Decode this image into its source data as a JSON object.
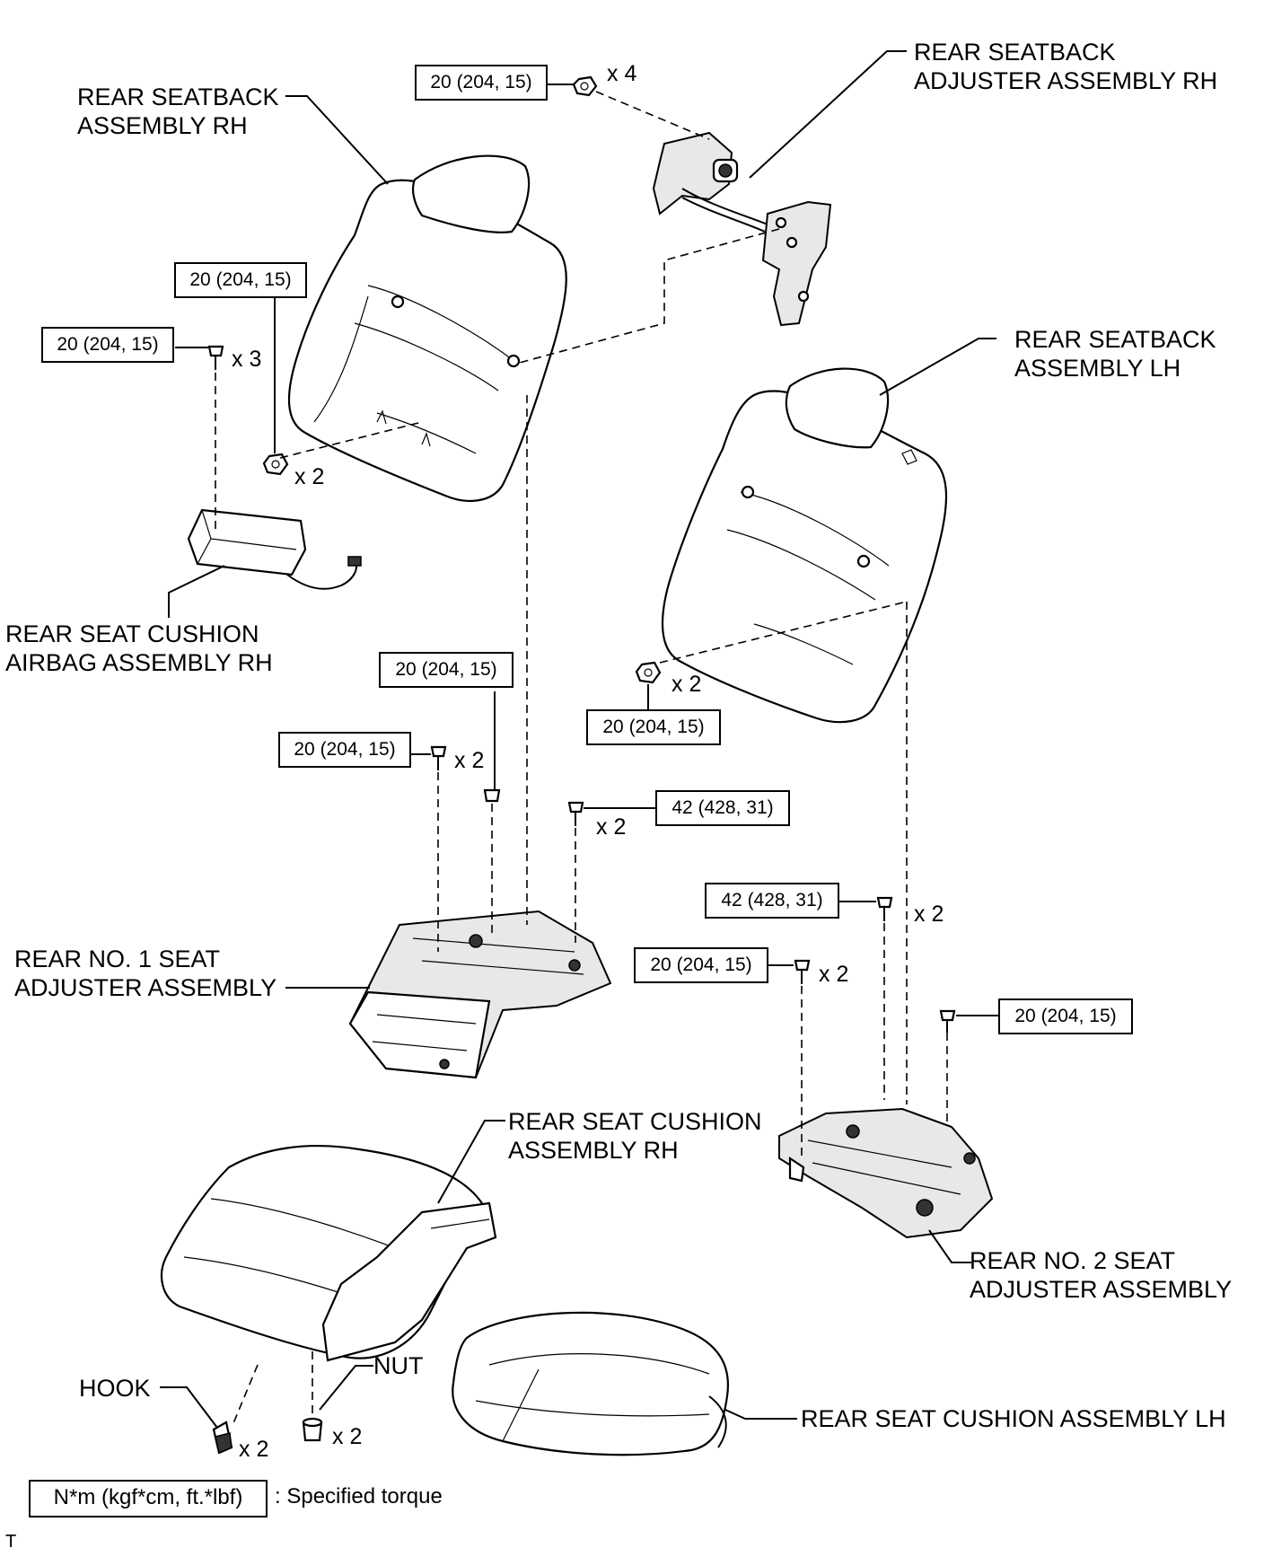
{
  "labels": {
    "seatback_rh": "REAR SEATBACK\nASSEMBLY RH",
    "adjuster_rh": "REAR SEATBACK\nADJUSTER ASSEMBLY RH",
    "seatback_lh": "REAR SEATBACK\nASSEMBLY LH",
    "airbag_rh": "REAR SEAT CUSHION\nAIRBAG ASSEMBLY RH",
    "no1_adjuster": "REAR NO. 1 SEAT\nADJUSTER ASSEMBLY",
    "cushion_rh": "REAR SEAT CUSHION\nASSEMBLY RH",
    "no2_adjuster": "REAR NO. 2 SEAT\nADJUSTER ASSEMBLY",
    "cushion_lh": "REAR SEAT CUSHION ASSEMBLY LH",
    "hook": "HOOK",
    "nut": "NUT"
  },
  "torques": {
    "t1": "20 (204, 15)",
    "t2": "20 (204, 15)",
    "t3": "20 (204, 15)",
    "t4": "20 (204, 15)",
    "t5": "20 (204, 15)",
    "t6": "20 (204, 15)",
    "t7": "42 (428, 31)",
    "t8": "42 (428, 31)",
    "t9": "20 (204, 15)",
    "t10": "20 (204, 15)"
  },
  "quantities": {
    "q_adjuster_nut": "x 4",
    "q_airbag_bolt": "x 3",
    "q_seatback_rh_nut": "x 2",
    "q_seatback_lh_nut": "x 2",
    "q_no1_bolt": "x 2",
    "q_no1_bolt42": "x 2",
    "q_no2_bolt42": "x 2",
    "q_no2_bolt": "x 2",
    "q_hook": "x 2",
    "q_nut": "x 2"
  },
  "legend": {
    "unit": "N*m (kgf*cm, ft.*lbf)",
    "text": ": Specified torque"
  },
  "footer": {
    "code": "T"
  }
}
